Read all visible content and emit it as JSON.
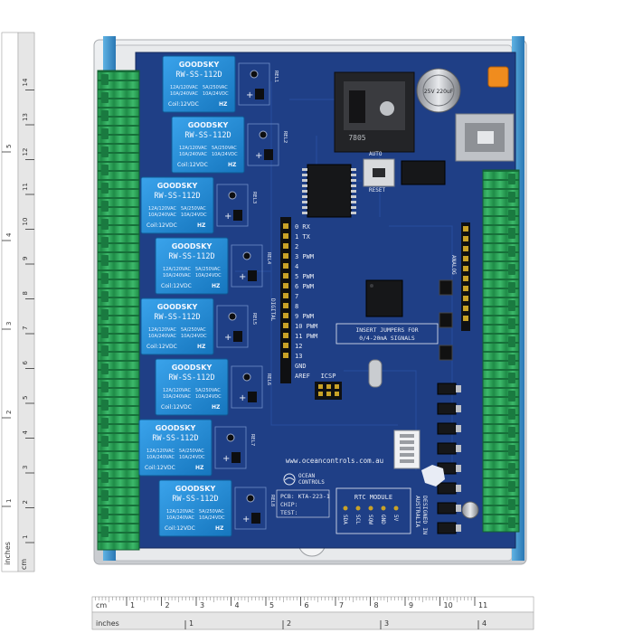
{
  "relays": {
    "brand": "GOODSKY",
    "model": "RW-SS-112D",
    "ratings": [
      "12A/120VAC",
      "10A/240VAC",
      "5A/250VAC",
      "10A/24VDC"
    ],
    "coil": "Coil:12VDC",
    "hz": "HZ",
    "labels": [
      "REL1",
      "REL2",
      "REL3",
      "REL4",
      "REL5",
      "REL6",
      "REL7",
      "REL8"
    ]
  },
  "pcb": {
    "io_pins": [
      "0 RX",
      "1 TX",
      "2",
      "3 PWM",
      "4",
      "5 PWM",
      "6 PWM",
      "7",
      "8",
      "9 PWM",
      "10 PWM",
      "11 PWM",
      "12",
      "13"
    ],
    "gnd": "GND",
    "aref": "AREF",
    "digital_label": "DIGITAL",
    "analog_label": "ANALOG",
    "jumper_note_line1": "INSERT JUMPERS FOR",
    "jumper_note_line2": "0/4-20mA SIGNALS",
    "reset_label": "RESET",
    "auto_label": "AUTO",
    "icsp_label": "ICSP",
    "website": "www.oceancontrols.com.au",
    "brand_line1": "OCEAN",
    "brand_line2": "CONTROLS",
    "pcb_id": "PCB: KTA-223-1",
    "chip_label": "CHIP:",
    "test_label": "TEST:",
    "rtc_label": "RTC MODULE",
    "rtc_pins": [
      "SDA",
      "SCL",
      "SQW",
      "GND",
      "5V"
    ],
    "designed_line1": "DESIGNED IN",
    "designed_line2": "AUSTRALIA",
    "capacitor_text": "25V 220uF",
    "regulator_text": "7805"
  },
  "ruler_bottom": {
    "cm_label": "cm",
    "inches_label": "inches",
    "cm_ticks": [
      "1",
      "2",
      "3",
      "4",
      "5",
      "6",
      "7",
      "8",
      "9",
      "10",
      "11"
    ],
    "inch_ticks": [
      "1",
      "2",
      "3",
      "4"
    ]
  },
  "ruler_left": {
    "cm_label": "cm",
    "inches_label": "inches",
    "cm_ticks": [
      "1",
      "2",
      "3",
      "4",
      "5",
      "6",
      "7",
      "8",
      "9",
      "10",
      "11",
      "12",
      "13",
      "14"
    ],
    "inch_ticks": [
      "1",
      "2",
      "3",
      "4",
      "5"
    ]
  },
  "colors": {
    "pcb": "#1f3f86",
    "relay": "#1d8ad6",
    "terminal": "#2ea35a",
    "enclosure": "#dadcdf",
    "rail": "#3a90c8"
  }
}
